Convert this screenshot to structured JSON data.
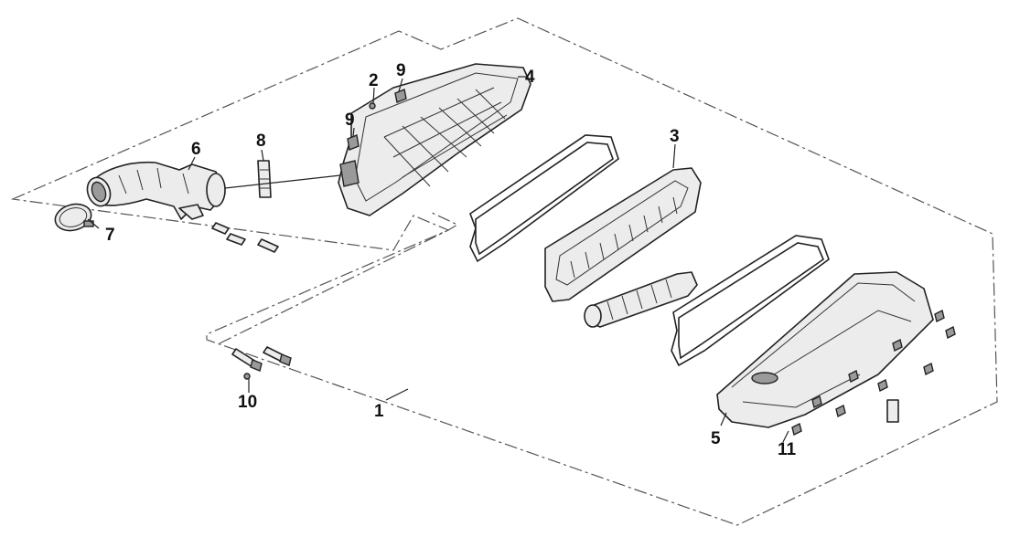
{
  "callouts": {
    "c1": "1",
    "c2": "2",
    "c3": "3",
    "c4": "4",
    "c5": "5",
    "c6": "6",
    "c7": "7",
    "c8": "8",
    "c9a": "9",
    "c9b": "9",
    "c10": "10",
    "c11": "11"
  },
  "colors": {
    "line": "#222222",
    "part_fill": "#ececec",
    "shade": "#9a9a9a",
    "background": "#ffffff"
  }
}
